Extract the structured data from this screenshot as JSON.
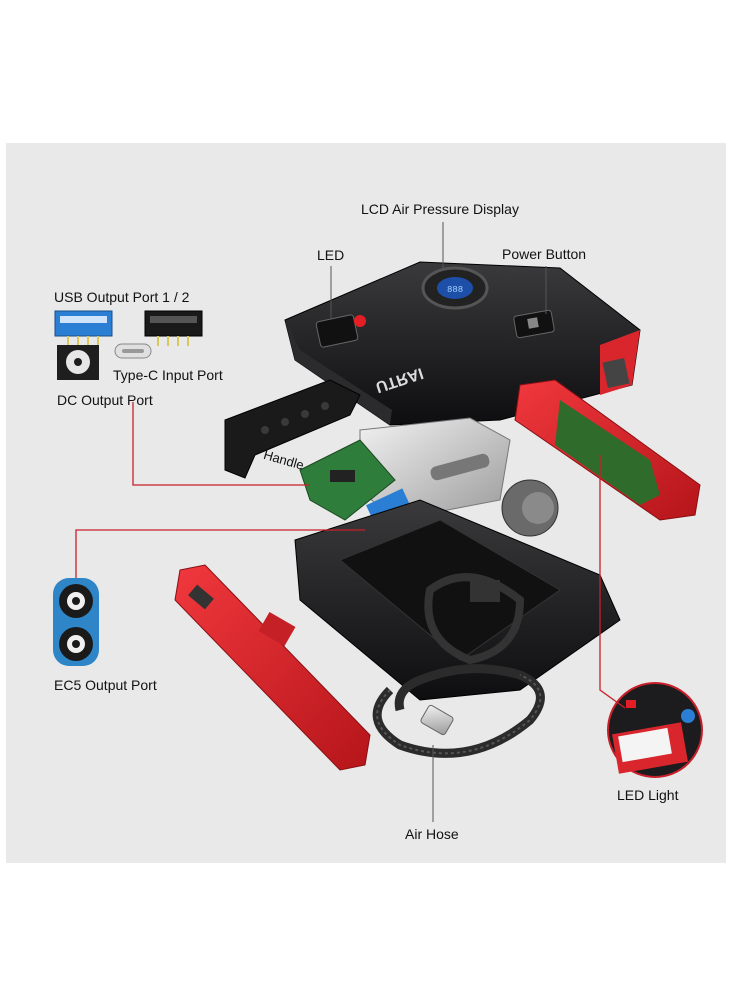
{
  "labels": {
    "lcd": "LCD Air Pressure Display",
    "led": "LED",
    "power": "Power Button",
    "usb": "USB Output Port 1 / 2",
    "typec": "Type-C Input Port",
    "dc": "DC Output Port",
    "handle": "Handle",
    "ec5": "EC5 Output Port",
    "led_light": "LED Light",
    "air_hose": "Air Hose"
  },
  "brand": "UTRAI",
  "colors": {
    "background_panel": "#e9e9e9",
    "body_black": "#1c1c1e",
    "accent_red": "#e31e24",
    "leader_line": "#c8202a",
    "usb_blue": "#2a7fd4",
    "pcb_green": "#2f7d3a",
    "ec5_blue": "#2e86c9"
  }
}
